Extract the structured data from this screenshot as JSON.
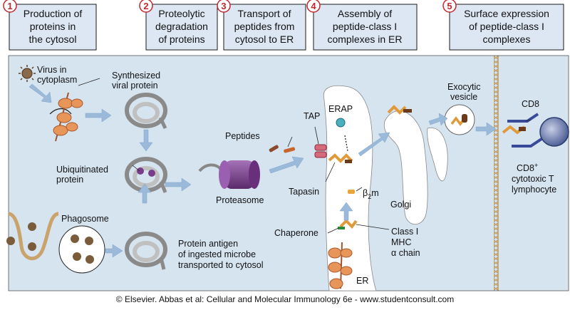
{
  "steps": [
    {
      "number": "1",
      "line1": "Production of",
      "line2": "proteins in",
      "line3": "the cytosol"
    },
    {
      "number": "2",
      "line1": "Proteolytic",
      "line2": "degradation",
      "line3": "of proteins"
    },
    {
      "number": "3",
      "line1": "Transport of",
      "line2": "peptides from",
      "line3": "cytosol to ER"
    },
    {
      "number": "4",
      "line1": "Assembly of",
      "line2": "peptide-class I",
      "line3": "complexes in ER"
    },
    {
      "number": "5",
      "line1": "Surface expression",
      "line2": "of peptide-class I",
      "line3": "complexes"
    }
  ],
  "labels": {
    "virus_1": "Virus in",
    "virus_2": "cytoplasm",
    "synth_1": "Synthesized",
    "synth_2": "viral protein",
    "ubiq_1": "Ubiquitinated",
    "ubiq_2": "protein",
    "phagosome": "Phagosome",
    "antigen_1": "Protein antigen",
    "antigen_2": "of ingested microbe",
    "antigen_3": "transported to cytosol",
    "proteasome": "Proteasome",
    "peptides": "Peptides",
    "tap": "TAP",
    "erap": "ERAP",
    "tapasin": "Tapasin",
    "b2m_beta": "β",
    "b2m_sub": "2",
    "b2m_m": "m",
    "chaperone": "Chaperone",
    "classI_1": "Class I",
    "classI_2": "MHC",
    "classI_3": "α chain",
    "er": "ER",
    "golgi": "Golgi",
    "exo_1": "Exocytic",
    "exo_2": "vesicle",
    "cd8": "CD8",
    "ctl_1": "CD8",
    "ctl_sup": "+",
    "ctl_2": "cytotoxic T",
    "ctl_3": "lymphocyte"
  },
  "footer": "© Elsevier. Abbas et al: Cellular and Molecular Immunology 6e - www.studentconsult.com",
  "colors": {
    "panel_bg": "#d6e4f0",
    "box_bg": "#dce7f3",
    "number_red": "#c1272d",
    "membrane": "#c9a36b",
    "proteasome": "#7a3d8c",
    "peptide": "#c8642c",
    "arrow": "#9bbad9"
  }
}
